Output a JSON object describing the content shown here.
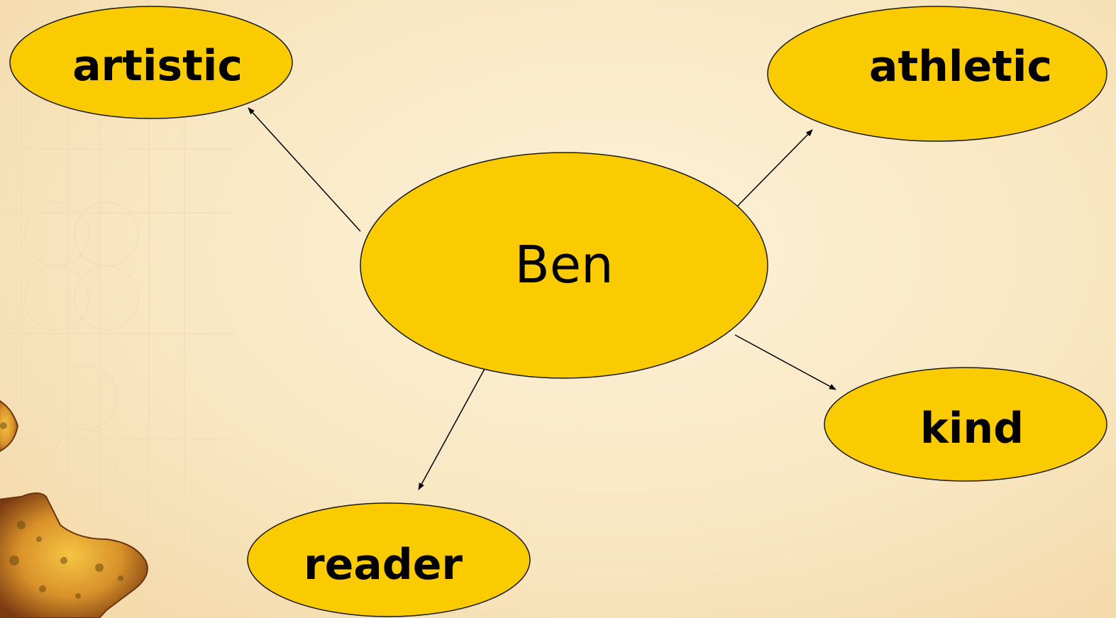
{
  "colors": {
    "node_fill": "#facb00",
    "node_stroke": "#1a1a1a",
    "edge": "#000000",
    "text": "#000000",
    "background": "#f9e7c2"
  },
  "diagram": {
    "center": {
      "label": "Ben"
    },
    "nodes": [
      {
        "id": "artistic",
        "label": "artistic"
      },
      {
        "id": "athletic",
        "label": "athletic"
      },
      {
        "id": "kind",
        "label": "kind"
      },
      {
        "id": "reader",
        "label": "reader"
      }
    ],
    "edges": [
      {
        "from": "Ben",
        "to": "artistic"
      },
      {
        "from": "Ben",
        "to": "athletic"
      },
      {
        "from": "Ben",
        "to": "kind"
      },
      {
        "from": "Ben",
        "to": "reader"
      }
    ]
  },
  "decoration": {
    "name": "star-ornament"
  }
}
